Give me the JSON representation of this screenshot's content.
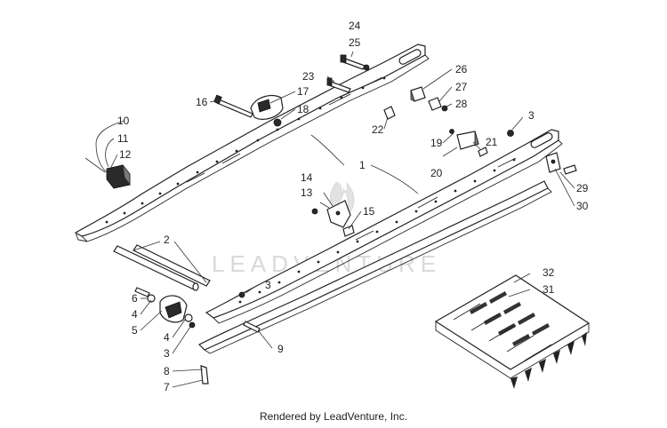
{
  "watermark": "LEADVENTURE",
  "footer": "Rendered by LeadVenture, Inc.",
  "callouts": [
    "1",
    "2",
    "3",
    "3",
    "3",
    "4",
    "4",
    "5",
    "6",
    "7",
    "8",
    "9",
    "10",
    "11",
    "12",
    "13",
    "14",
    "15",
    "16",
    "17",
    "18",
    "19",
    "20",
    "21",
    "22",
    "23",
    "24",
    "25",
    "26",
    "27",
    "28",
    "29",
    "30",
    "31",
    "32"
  ]
}
